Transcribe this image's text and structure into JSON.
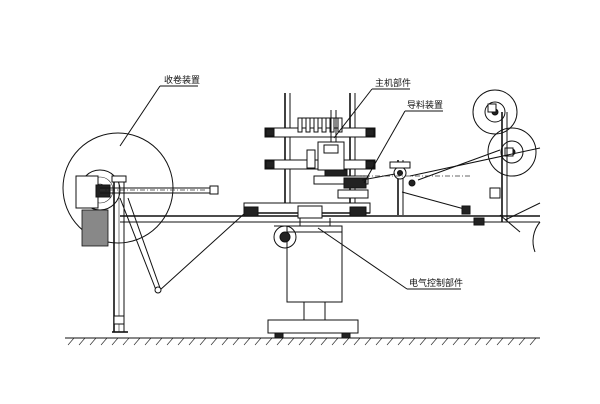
{
  "labels": {
    "winder": "收卷装置",
    "main_unit": "主机部件",
    "guide": "导料装置",
    "electrical": "电气控制部件"
  }
}
